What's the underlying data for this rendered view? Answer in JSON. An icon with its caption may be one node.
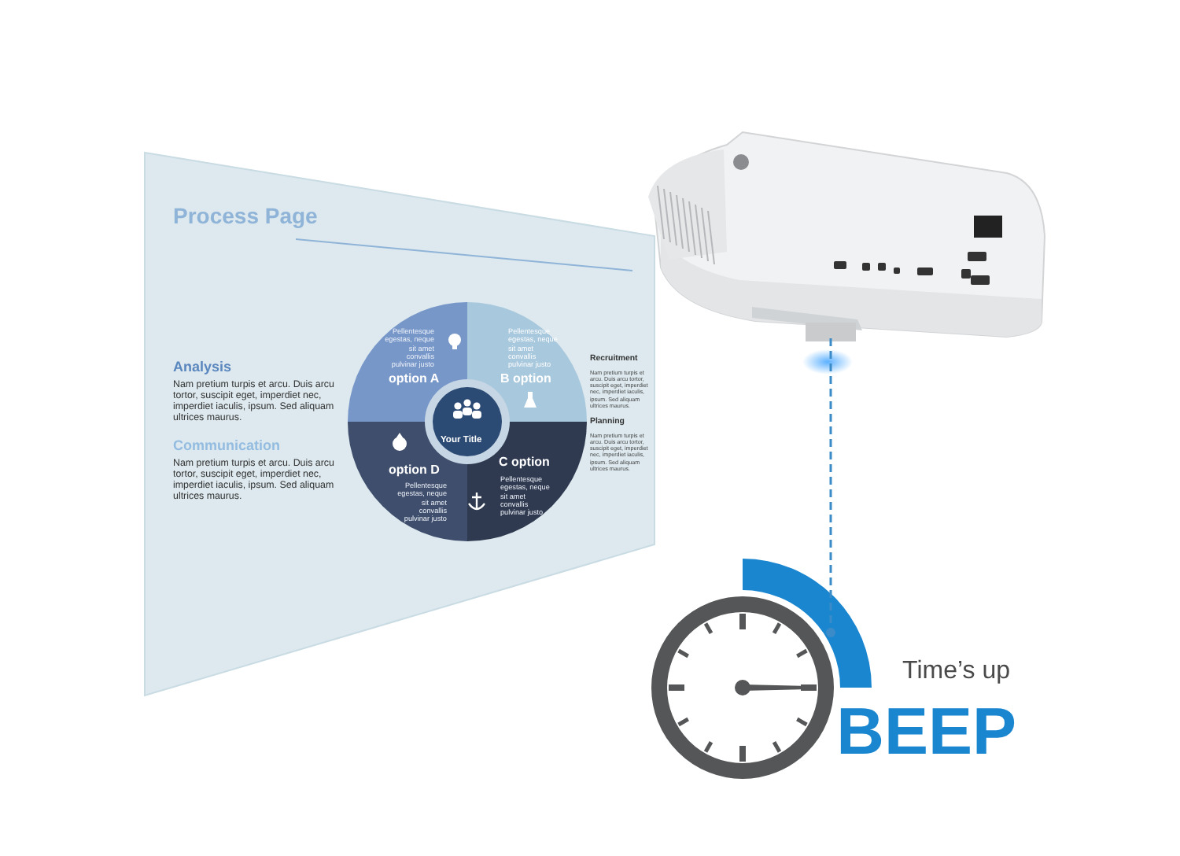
{
  "diagram": {
    "nodes": [
      {
        "text": [],
        "shape": "picture"
      },
      {
        "text": [
          "Time’s up",
          "BEEP"
        ]
      }
    ],
    "edges": [
      {
        "from": 0,
        "to": 1,
        "arrow": "other",
        "style": "dashed"
      }
    ],
    "labels": [
      "Process Page",
      "Analysis",
      "Nam pretium turpis et arcu. Duis arcu tortor, suscipit eget, imperdiet nec, imperdiet iaculis, ipsum. Sed aliquam ultrices maurus.",
      "Communication",
      "Nam pretium turpis et arcu. Duis arcu tortor, suscipit eget, imperdiet nec, imperdiet iaculis, ipsum. Sed aliquam ultrices maurus.",
      "Pellentesque egestas, neque sit amet convallis pulvinar justo",
      "option A",
      "Pellentesque egestas, neque sit amet convallis pulvinar justo",
      "B option",
      "Your Title",
      "option D",
      "Pellentesque egestas, neque sit amet convallis pulvinar justo",
      "C option",
      "Pellentesque egestas, neque sit amet convallis pulvinar justo",
      "Recruitment",
      "Nam pretium turpis et arcu. Duis arcu tortor, suscipit eget, imperdiet nec, imperdiet iaculis, ipsum. Sed aliquam ultrices maurus.",
      "Planning",
      "Nam pretium turpis et arcu. Duis arcu tortor, suscipit eget, imperdiet nec, imperdiet iaculis, ipsum. Sed aliquam ultrices maurus."
    ]
  }
}
